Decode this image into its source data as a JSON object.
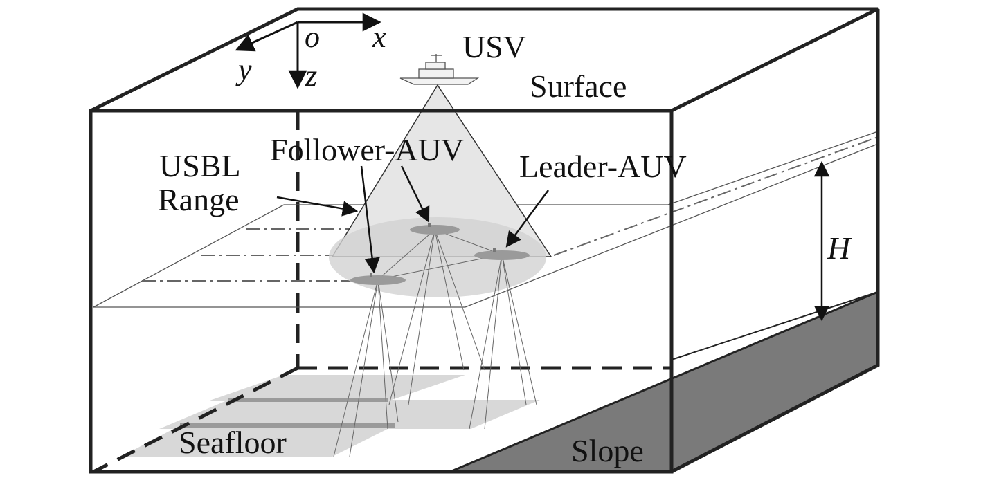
{
  "labels": {
    "usv": "USV",
    "surface": "Surface",
    "usbl_line1": "USBL",
    "usbl_line2": "Range",
    "follower": "Follower-AUV",
    "leader": "Leader-AUV",
    "seafloor": "Seafloor",
    "slope": "Slope",
    "height": "H"
  },
  "axes": {
    "origin": "o",
    "x": "x",
    "y": "y",
    "z": "z"
  },
  "colors": {
    "frame": "#222222",
    "cone": "#e6e6e6",
    "range_ellipse": "#d2d2d2",
    "auv": "#9a9a9a",
    "strip": "#d8d8d8",
    "slope_fill": "#7a7a7a"
  }
}
